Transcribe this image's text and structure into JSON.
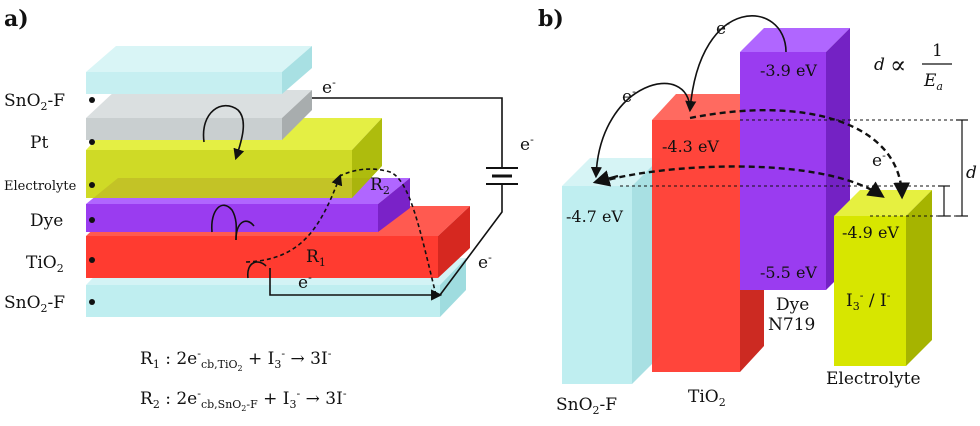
{
  "panels": {
    "a": "a)",
    "b": "b)"
  },
  "panel_a": {
    "layers": {
      "sno2f_top": {
        "base": "SnO",
        "sub": "2",
        "tail": "-F"
      },
      "pt": "Pt",
      "electrolyte": "Electrolyte",
      "dye": "Dye",
      "tio2": {
        "base": "TiO",
        "sub": "2"
      },
      "sno2f_bottom": {
        "base": "SnO",
        "sub": "2",
        "tail": "-F"
      }
    },
    "electron": {
      "base": "e",
      "sup": "-"
    },
    "r1": {
      "base": "R",
      "sub": "1"
    },
    "r2": {
      "base": "R",
      "sub": "2"
    },
    "equations": {
      "r1": {
        "lhs": "R",
        "lhs_sub": "1",
        "colon": " : 2e",
        "sup": "-",
        "sub": "cb,TiO",
        "sub2": "2",
        "rest": " + I",
        "rest_sub": "3",
        "rest_sup": "-",
        "arrow": " → 3I",
        "end_sup": "-"
      },
      "r2": {
        "lhs": "R",
        "lhs_sub": "2",
        "colon": " : 2e",
        "sup": "-",
        "sub": "cb,SnO",
        "sub2": "2",
        "sub3": "-F",
        "rest": " + I",
        "rest_sub": "3",
        "rest_sup": "-",
        "arrow": " → 3I",
        "end_sup": "-"
      }
    }
  },
  "panel_b": {
    "levels": {
      "dye_lumo": "-3.9 eV",
      "tio2_cb": "-4.3 eV",
      "sno2f": "-4.7 eV",
      "electrolyte": "-4.9 eV",
      "dye_homo": "-5.5 eV"
    },
    "labels": {
      "sno2f": {
        "base": "SnO",
        "sub": "2",
        "tail": "-F"
      },
      "tio2": {
        "base": "TiO",
        "sub": "2"
      },
      "dye": "Dye",
      "n719": "N719",
      "redox": {
        "a": "I",
        "a_sub": "3",
        "a_sup": "-",
        "mid": " / I",
        "b_sup": "-"
      },
      "electrolyte": "Electrolyte"
    },
    "formula": {
      "d": "d",
      "prop": "∝",
      "num": "1",
      "den": "E",
      "den_sub": "a"
    },
    "d_label": "d"
  },
  "colors": {
    "sno2f": "#bfeef0",
    "pt": "#c9cfd0",
    "electrolyte": "#d7e600",
    "dye": "#9a3cf0",
    "tio2": "#ff3b30"
  }
}
